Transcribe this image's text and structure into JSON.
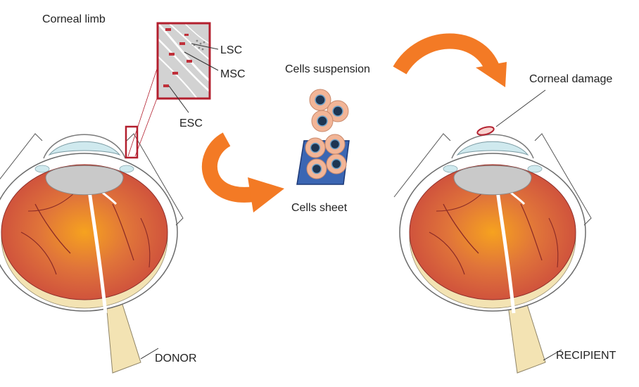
{
  "labels": {
    "corneal_limb": "Corneal limb",
    "lsc": "LSC",
    "msc": "MSC",
    "esc": "ESC",
    "cells_suspension": "Cells suspension",
    "cells_sheet": "Cells sheet",
    "corneal_damage": "Corneal damage",
    "donor": "DONOR",
    "recipient": "RECIPIENT"
  },
  "colors": {
    "eye_red": "#c9453e",
    "eye_core": "#f49b25",
    "arrow_orange": "#f37a25",
    "highlight_box": "#b31f2e",
    "lens_gray": "#c9c9c9",
    "cornea_blue": "#cfe9ee",
    "nerve_cream": "#f3e3b3",
    "cell_fill": "#f2b597",
    "cell_nucleus": "#1e3552",
    "sheet_blue": "#2c4f9a"
  }
}
